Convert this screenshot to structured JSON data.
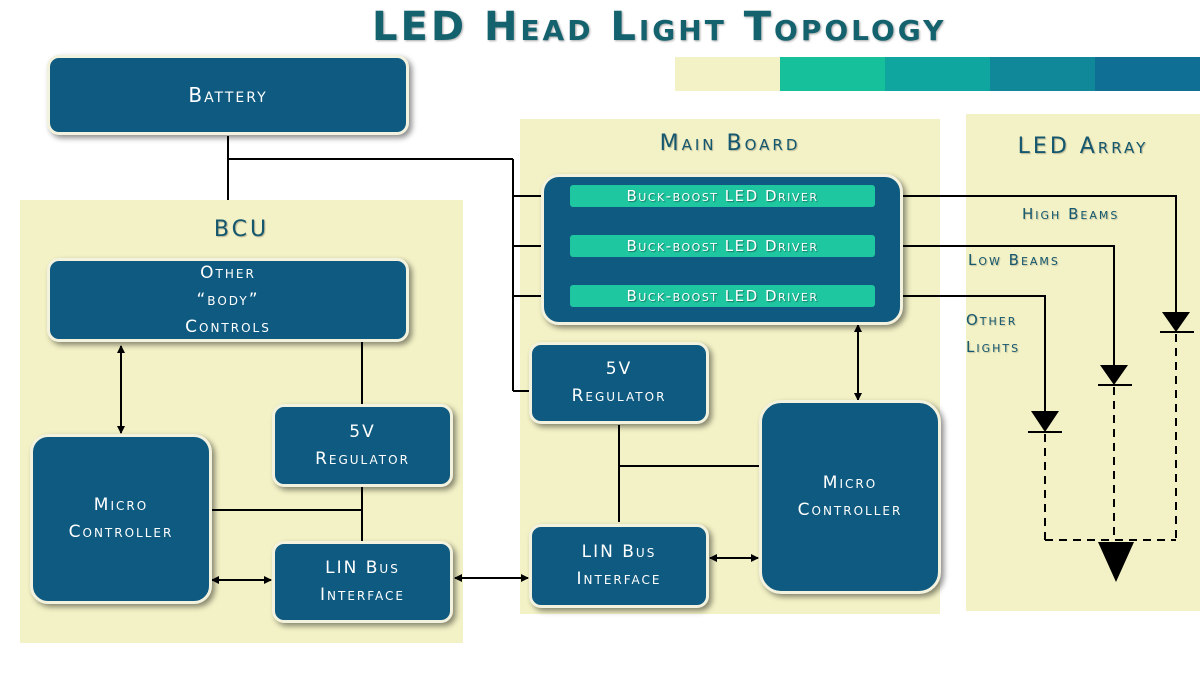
{
  "title": "LED Head Light Topology",
  "colors": {
    "panel": "#f3f2c6",
    "block": "#0f5a80",
    "driver": "#1fc7a1",
    "title": "#13626e",
    "stripes": [
      "#f3f2c6",
      "#16c09a",
      "#10a6a0",
      "#10889a",
      "#0f6f94"
    ]
  },
  "battery": {
    "label": "Battery"
  },
  "bcu": {
    "title": "BCU",
    "other_controls": "Other\n“body”\nControls",
    "micro_controller": "Micro\nController",
    "regulator": "5V\nRegulator",
    "lin_bus": "LIN Bus\nInterface"
  },
  "main_board": {
    "title": "Main Board",
    "drivers": [
      "Buck-boost LED Driver",
      "Buck-boost LED Driver",
      "Buck-boost LED Driver"
    ],
    "regulator": "5V\nRegulator",
    "lin_bus": "LIN Bus\nInterface",
    "micro_controller": "Micro\nController"
  },
  "led_array": {
    "title": "LED Array",
    "high_beams": "High Beams",
    "low_beams": "Low Beams",
    "other_lights": "Other\nLights"
  }
}
